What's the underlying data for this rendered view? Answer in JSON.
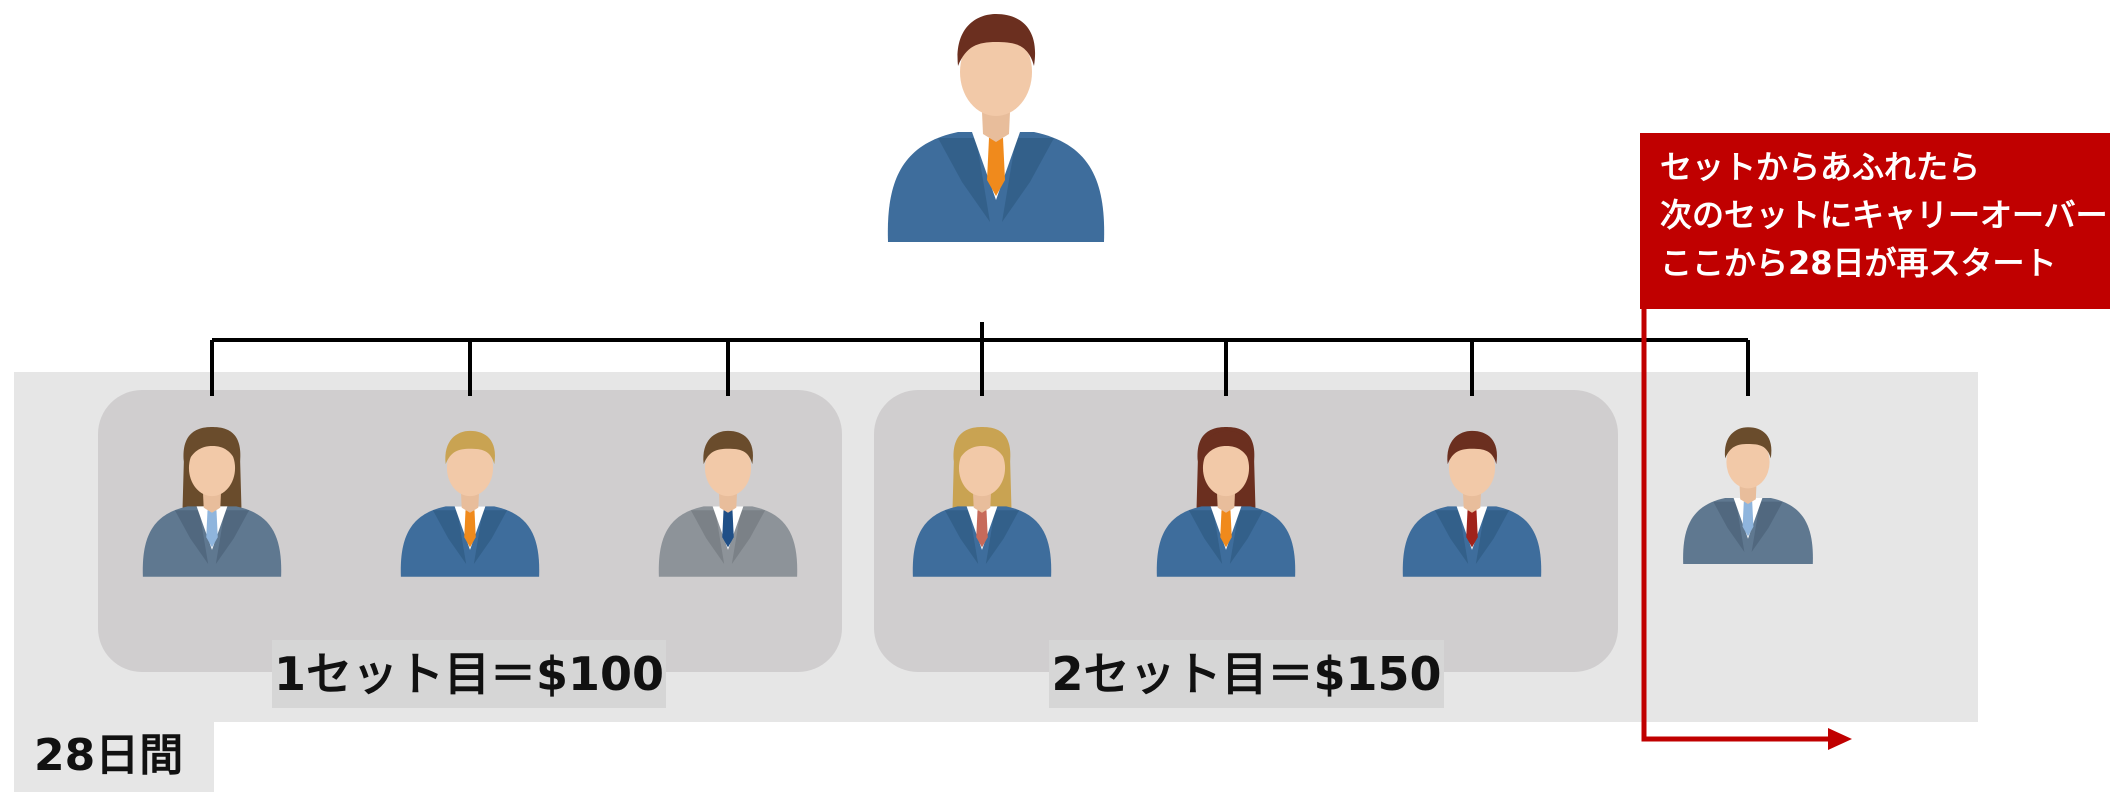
{
  "sets": [
    {
      "label": "1セット目＝$100"
    },
    {
      "label": "2セット目＝$150"
    }
  ],
  "period_label": "28日間",
  "callout": {
    "lines": [
      "セットからあふれたら",
      "次のセットにキャリーオーバー",
      "ここから28日が再スタート"
    ]
  },
  "colors": {
    "band": "#e6e6e6",
    "group": "#d0cecf",
    "callout": "#c00000",
    "connector": "#000000"
  },
  "icons": {
    "sponsor": "businessman-icon",
    "members": [
      "businesswoman-icon",
      "businessman-icon",
      "businessman-icon",
      "businesswoman-icon",
      "businesswoman-icon",
      "businessman-icon",
      "businessman-icon"
    ]
  }
}
